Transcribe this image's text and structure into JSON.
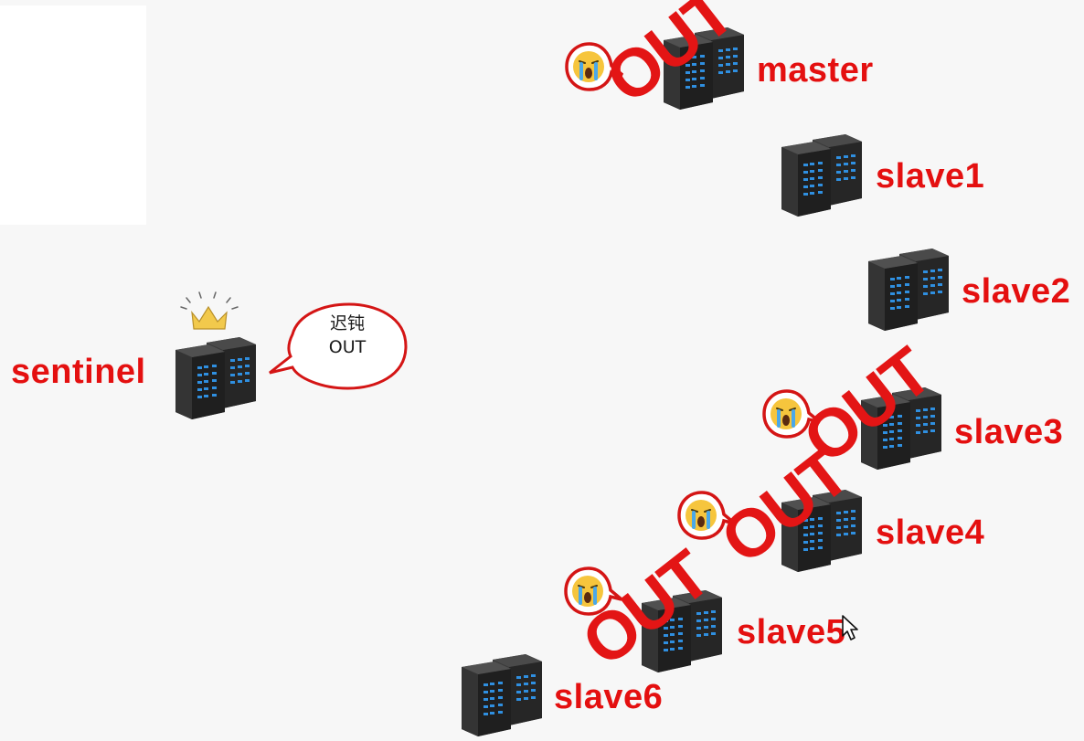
{
  "colors": {
    "accent_red": "#e41010",
    "server_dark": "#2b2b2b",
    "server_led": "#2f8fe0",
    "crown": "#f2c94c"
  },
  "sentinel": {
    "label": "sentinel",
    "speech": {
      "line1": "迟钝",
      "line2": "OUT"
    }
  },
  "nodes": [
    {
      "id": "master",
      "label": "master",
      "status": "out",
      "face": "crying-face"
    },
    {
      "id": "slave1",
      "label": "slave1",
      "status": "ok"
    },
    {
      "id": "slave2",
      "label": "slave2",
      "status": "ok"
    },
    {
      "id": "slave3",
      "label": "slave3",
      "status": "out",
      "face": "crying-face"
    },
    {
      "id": "slave4",
      "label": "slave4",
      "status": "out",
      "face": "crying-face"
    },
    {
      "id": "slave5",
      "label": "slave5",
      "status": "out",
      "face": "crying-face"
    },
    {
      "id": "slave6",
      "label": "slave6",
      "status": "ok"
    }
  ],
  "out_stamp": "OUT"
}
